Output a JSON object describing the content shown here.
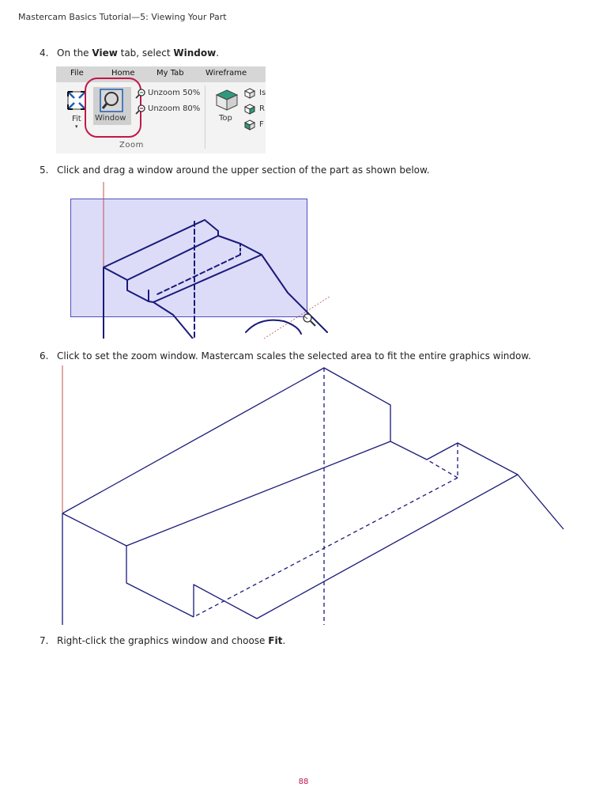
{
  "header": {
    "running_head": "Mastercam Basics Tutorial—5: Viewing Your Part"
  },
  "steps": [
    {
      "num": "4.",
      "parts": [
        "On the ",
        "View",
        " tab, select ",
        "Window",
        "."
      ]
    },
    {
      "num": "5.",
      "text": "Click and drag a window around the upper section of the part as shown below."
    },
    {
      "num": "6.",
      "text": "Click to set the zoom window. Mastercam scales the selected area to fit the entire graphics window."
    },
    {
      "num": "7.",
      "parts": [
        "Right-click the graphics window and choose ",
        "Fit",
        "."
      ]
    }
  ],
  "ribbon": {
    "tabs": [
      "File",
      "Home",
      "My Tab",
      "Wireframe"
    ],
    "buttons": {
      "fit": "Fit",
      "window": "Window",
      "unzoom50": "Unzoom 50%",
      "unzoom80": "Unzoom 80%",
      "top": "Top",
      "iso": "Is",
      "right": "R",
      "front": "F"
    },
    "group_label": "Zoom",
    "icons": [
      "fit-icon",
      "magnifier-icon",
      "unzoom-50-icon",
      "unzoom-80-icon",
      "top-view-cube-icon",
      "isometric-view-icon",
      "right-view-icon",
      "front-view-icon"
    ]
  },
  "colors": {
    "wireframe": "#1a1a7a",
    "zoom_window_fill": "#dcdcf8",
    "zoom_window_border": "#5050c0",
    "axis_line": "#c05050",
    "highlight_circle": "#c01848",
    "page_number": "#c01848"
  },
  "footer": {
    "page_number": "88"
  }
}
